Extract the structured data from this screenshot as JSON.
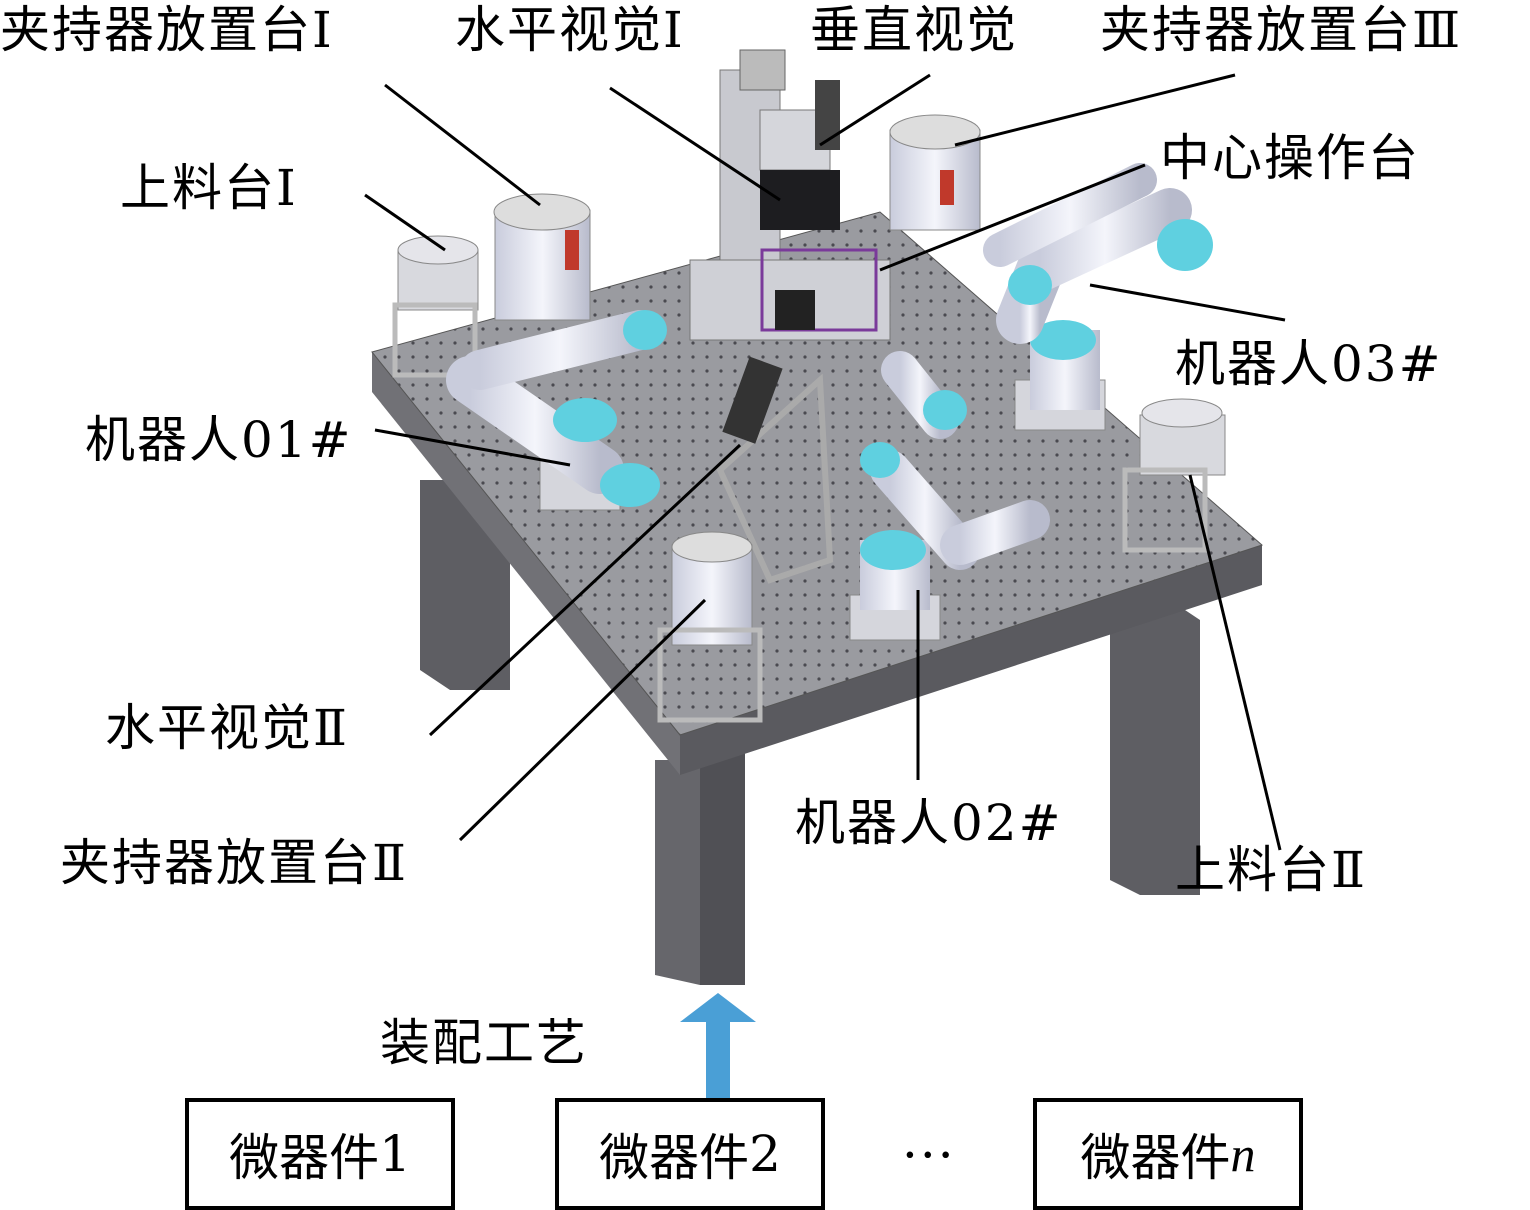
{
  "labels": {
    "gripper_stand_1": "夹持器放置台Ⅰ",
    "horizontal_vision_1": "水平视觉Ⅰ",
    "vertical_vision": "垂直视觉",
    "gripper_stand_3": "夹持器放置台Ⅲ",
    "center_console": "中心操作台",
    "feeding_table_1": "上料台Ⅰ",
    "robot_03": "机器人03#",
    "robot_01": "机器人01#",
    "horizontal_vision_2": "水平视觉Ⅱ",
    "robot_02": "机器人02#",
    "gripper_stand_2": "夹持器放置台Ⅱ",
    "feeding_table_2": "上料台Ⅱ"
  },
  "process": {
    "arrow_label": "装配工艺",
    "devices": [
      {
        "prefix": "微器件",
        "suffix": "1"
      },
      {
        "prefix": "微器件",
        "suffix": "2"
      },
      {
        "prefix": "微器件",
        "suffix": "n"
      }
    ],
    "ellipsis": "···"
  },
  "colors": {
    "arrow": "#4a9fd6",
    "robot_accent": "#5fd0e0",
    "table": "#6e6e73",
    "highlight_box": "#7a3a9a"
  }
}
